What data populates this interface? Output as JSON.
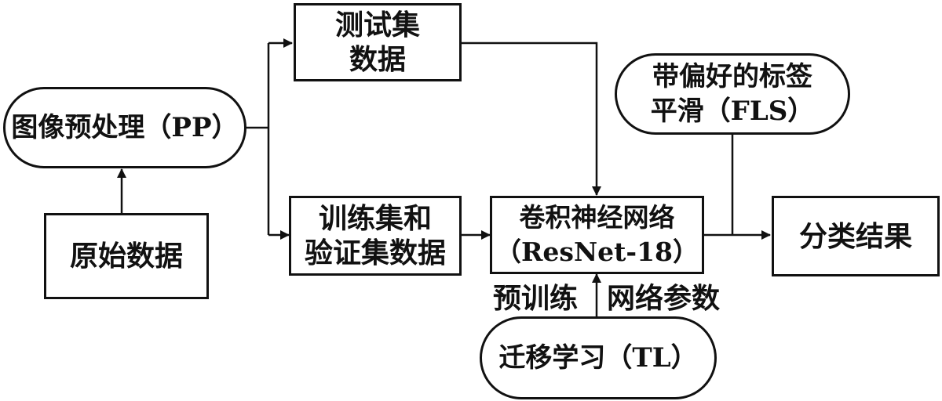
{
  "nodes": {
    "raw_data": {
      "label": "原始数据"
    },
    "preprocess": {
      "label": "图像预处理（PP）"
    },
    "test_set": {
      "line1": "测试集",
      "line2": "数据"
    },
    "train_val_set": {
      "line1": "训练集和",
      "line2": "验证集数据"
    },
    "cnn": {
      "line1": "卷积神经网络",
      "line2": "（ResNet-18）"
    },
    "fls": {
      "line1": "带偏好的标签",
      "line2": "平滑（FLS）"
    },
    "result": {
      "label": "分类结果"
    },
    "transfer": {
      "label": "迁移学习（TL）"
    }
  },
  "edge_labels": {
    "pretrain": "预训练",
    "net_params": "网络参数"
  },
  "colors": {
    "stroke": "#111111",
    "background": "#ffffff"
  }
}
